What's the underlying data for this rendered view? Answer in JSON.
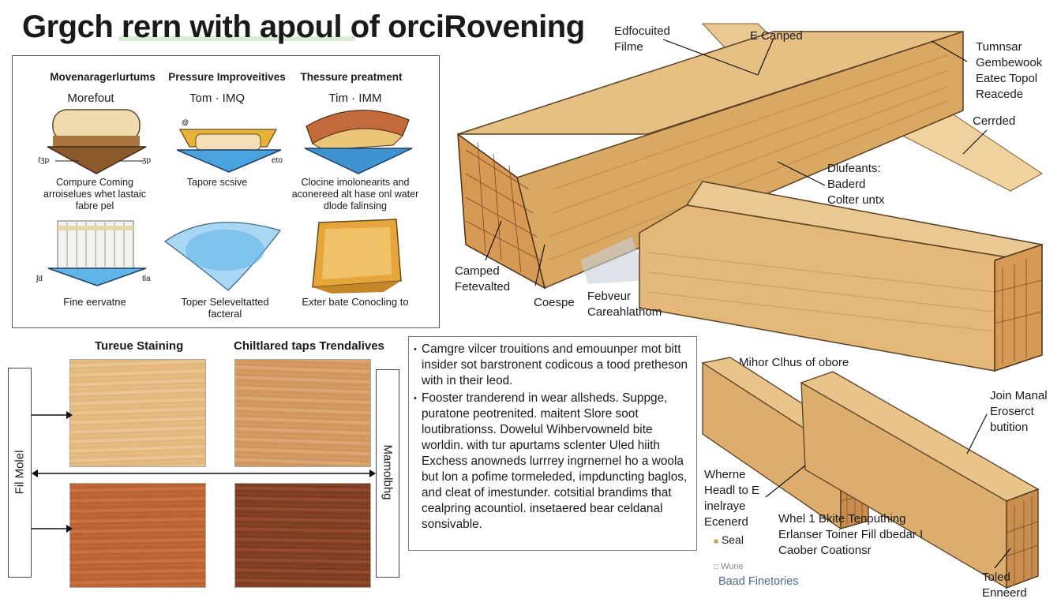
{
  "title": "Grgch rern with apoul of orciRovening",
  "panel": {
    "columns": [
      {
        "heading": "Movenaragerlurtums",
        "sub": "Morefout",
        "left_mark": "ℓʒp",
        "right_mark": "ʒp",
        "caption": "Compure Coming arroiselues whet lastaic fabre pel"
      },
      {
        "heading": "Pressure Improveitives",
        "sub": "Tom · IMQ",
        "right_mark": "eto",
        "caption": "Tapore scsive"
      },
      {
        "heading": "Thessure preatment",
        "sub": "Tim · IMM",
        "caption": "Clocine imolonearits and aconereed alt hase onl water dlode falinsing"
      }
    ],
    "row2": [
      {
        "left_mark": "ʃd",
        "right_mark": "tla",
        "caption": "Fine eervatne"
      },
      {
        "caption": "Toper Seleveltatted facteral"
      },
      {
        "caption": "Exter bate Conocling to"
      }
    ]
  },
  "beam_labels": {
    "top_left": "Edfocuited Filme",
    "top_mid": "E Canped",
    "top_right": "Tumnsar Gembewook Eatec Topol Reacede",
    "right_mid": "Cerrded",
    "center": "Dlufeants: Baderd Colter untx",
    "bottom_left_1": "Camped Fetevalted",
    "bottom_left_2": "Coespe",
    "bottom_mid": "Febveur Careahlathom"
  },
  "staining": {
    "heading_left": "Tureue Staining",
    "heading_right": "Chiltlared taps Trendalives",
    "left_bar": "Fil Molel",
    "right_bar": "Mamolbhg"
  },
  "textbox": {
    "paragraphs": [
      "Camgre vilcer trouitions and emouunper mot bitt insider sot barstronent codicous a tood pretheson with in their leod.",
      "Fooster tranderend in wear allsheds. Suppge, puratone peotrenited. maitent Slore soot loutibrationss. Dowelul Wihbervowneld bite worldin. with tur apurtams sclenter Uled hiith Exchess anowneds lurrrey ingrnernel ho a woola but lon a pofime tormeleded, impduncting baglos, and cleat of imestunder. cotsitial brandims that cealpring acountiol. insetaered bear celdanal sonsivable."
    ]
  },
  "joints": {
    "heading": "Mihor Clhus of obore",
    "right": "Join Manal Eroserct butition",
    "left": "Wherne Headl to E inelraye Ecenerd",
    "legend": [
      {
        "mark": "■",
        "label": "Seal"
      },
      {
        "mark": "□",
        "label": "Wune"
      }
    ],
    "legend_footer": "Baad Finetories",
    "bottom_mid": "Whel 1 Bkite Tenputhing Erlanser Toiner Fill dbedar I Caober Coationsr",
    "bottom_right": "Toled Enneerd"
  },
  "colors": {
    "wood_light": "#e8c48a",
    "wood_mid": "#d9a862",
    "wood_dark": "#b67a3c",
    "water_blue": "#5fb4e8",
    "stain_red": "#b5612f",
    "stain_dark": "#7a3b22"
  }
}
